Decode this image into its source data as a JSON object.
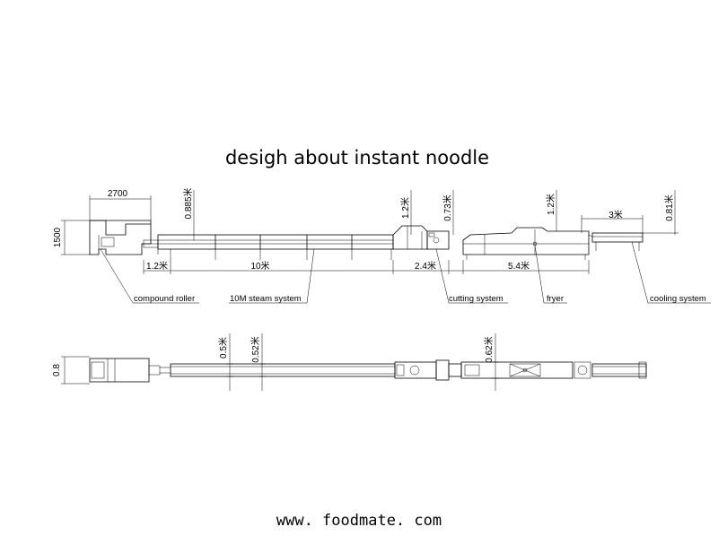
{
  "title": "desigh about instant noodle",
  "footer_url": "www. foodmate. com",
  "dimensions": {
    "roller_width": "2700",
    "roller_height": "1500",
    "steam_height": "0.885米",
    "gap_length": "1.2米",
    "steam_length": "10米",
    "cutter_length": "2.4米",
    "cutter_h1": "1.2米",
    "cutter_h2": "0.73米",
    "fryer_height": "1.2米",
    "fryer_length": "5.4米",
    "cooling_length": "3米",
    "cooling_height": "0.81米",
    "plan_width": "0.8",
    "plan_w1": "0.5米",
    "plan_w2": "0.52米",
    "plan_w3": "0.62米"
  },
  "labels": {
    "compound_roller": "compound roller",
    "steam_system": "10M steam system",
    "cutting_system": "cutting system",
    "fryer": "fryer",
    "cooling_system": "cooling system"
  }
}
